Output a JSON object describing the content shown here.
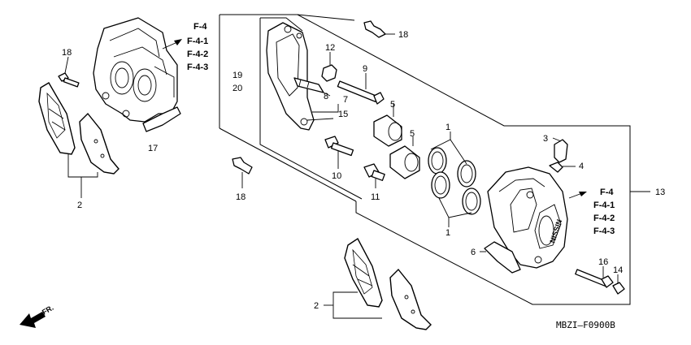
{
  "diagram": {
    "part_callouts": [
      {
        "id": "c1a",
        "number": "1"
      },
      {
        "id": "c1b",
        "number": "1"
      },
      {
        "id": "c2a",
        "number": "2"
      },
      {
        "id": "c2b",
        "number": "2"
      },
      {
        "id": "c3",
        "number": "3"
      },
      {
        "id": "c4",
        "number": "4"
      },
      {
        "id": "c5a",
        "number": "5"
      },
      {
        "id": "c5b",
        "number": "5"
      },
      {
        "id": "c6",
        "number": "6"
      },
      {
        "id": "c7",
        "number": "7"
      },
      {
        "id": "c8",
        "number": "8"
      },
      {
        "id": "c9",
        "number": "9"
      },
      {
        "id": "c10",
        "number": "10"
      },
      {
        "id": "c11",
        "number": "11"
      },
      {
        "id": "c12",
        "number": "12"
      },
      {
        "id": "c13",
        "number": "13"
      },
      {
        "id": "c14",
        "number": "14"
      },
      {
        "id": "c15",
        "number": "15"
      },
      {
        "id": "c16",
        "number": "16"
      },
      {
        "id": "c17",
        "number": "17"
      },
      {
        "id": "c18a",
        "number": "18"
      },
      {
        "id": "c18b",
        "number": "18"
      },
      {
        "id": "c18c",
        "number": "18"
      },
      {
        "id": "c19",
        "number": "19"
      },
      {
        "id": "c20",
        "number": "20"
      }
    ],
    "section_refs_left": [
      "F-4",
      "F-4-1",
      "F-4-2",
      "F-4-3"
    ],
    "section_refs_right": [
      "F-4",
      "F-4-1",
      "F-4-2",
      "F-4-3"
    ],
    "front_label": "FR.",
    "drawing_code": "MBZI—F0900B",
    "caliper_brand_mark": "NISSIN"
  }
}
